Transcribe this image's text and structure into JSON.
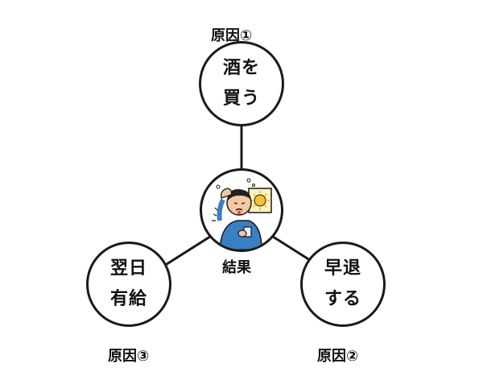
{
  "center": {
    "caption": "結果",
    "illustration": "hungover-man-with-sun-icon"
  },
  "causes": [
    {
      "label": "原因①",
      "lines": [
        "酒を",
        "買う"
      ]
    },
    {
      "label": "原因②",
      "lines": [
        "早退",
        "する"
      ]
    },
    {
      "label": "原因③",
      "lines": [
        "翌日",
        "有給"
      ]
    }
  ],
  "colors": {
    "stroke": "#1a1a1a",
    "text": "#111111",
    "sun": "#f2c230",
    "shirt": "#3a7fc4"
  }
}
